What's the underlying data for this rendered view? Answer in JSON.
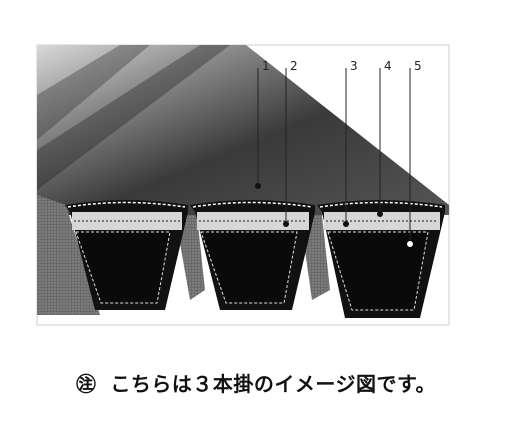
{
  "diagram": {
    "callouts": [
      {
        "id": "1",
        "label": "1"
      },
      {
        "id": "2",
        "label": "2"
      },
      {
        "id": "3",
        "label": "3"
      },
      {
        "id": "4",
        "label": "4"
      },
      {
        "id": "5",
        "label": "5"
      }
    ],
    "belt_count": 3
  },
  "note": {
    "mark": "㊟",
    "text": "こちらは３本掛のイメージ図です。"
  }
}
